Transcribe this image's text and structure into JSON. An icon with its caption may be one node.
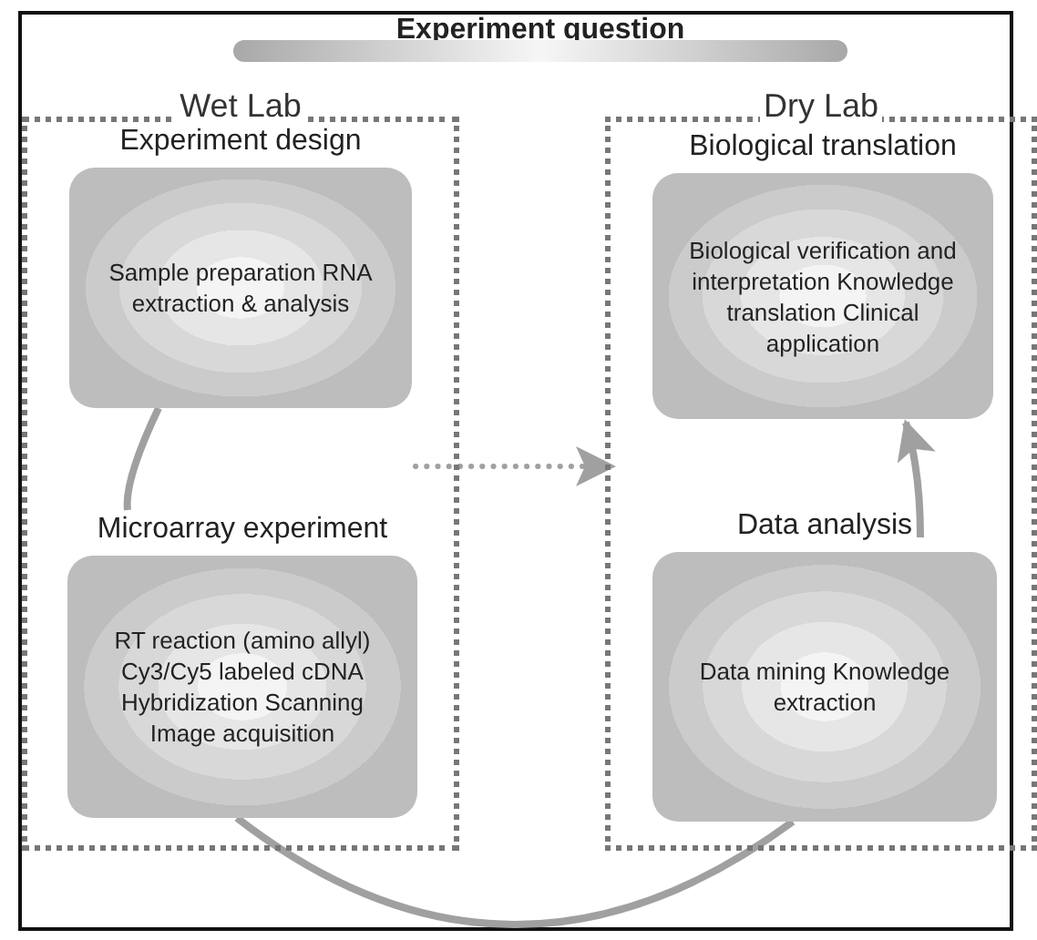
{
  "diagram": {
    "nodes": [
      {
        "text": [
          "Experiment question"
        ]
      },
      {
        "text": [
          "Wet Lab"
        ]
      },
      {
        "text": [
          "Experiment design",
          "Sample preparation RNA extraction & analysis"
        ],
        "in": 1
      },
      {
        "text": [
          "Microarray experiment",
          "RT reaction (amino allyl) Cy3/Cy5 labeled cDNA Hybridization Scanning Image acquisition"
        ],
        "in": 1
      },
      {
        "text": [
          "Dry Lab"
        ]
      },
      {
        "text": [
          "Biological translation",
          "Biological verification and interpretation Knowledge translation Clinical application"
        ],
        "in": 4
      },
      {
        "text": [
          "Data analysis",
          "Data mining Knowledge extraction"
        ],
        "in": 4
      }
    ],
    "edges": [
      {
        "from": 2,
        "to": 3,
        "arrow": "none"
      },
      {
        "from": 3,
        "to": 6,
        "arrow": "none"
      },
      {
        "from": 6,
        "to": 5,
        "arrow": "to"
      },
      {
        "from": 1,
        "to": 4,
        "arrow": "to",
        "style": "dashed"
      }
    ]
  }
}
